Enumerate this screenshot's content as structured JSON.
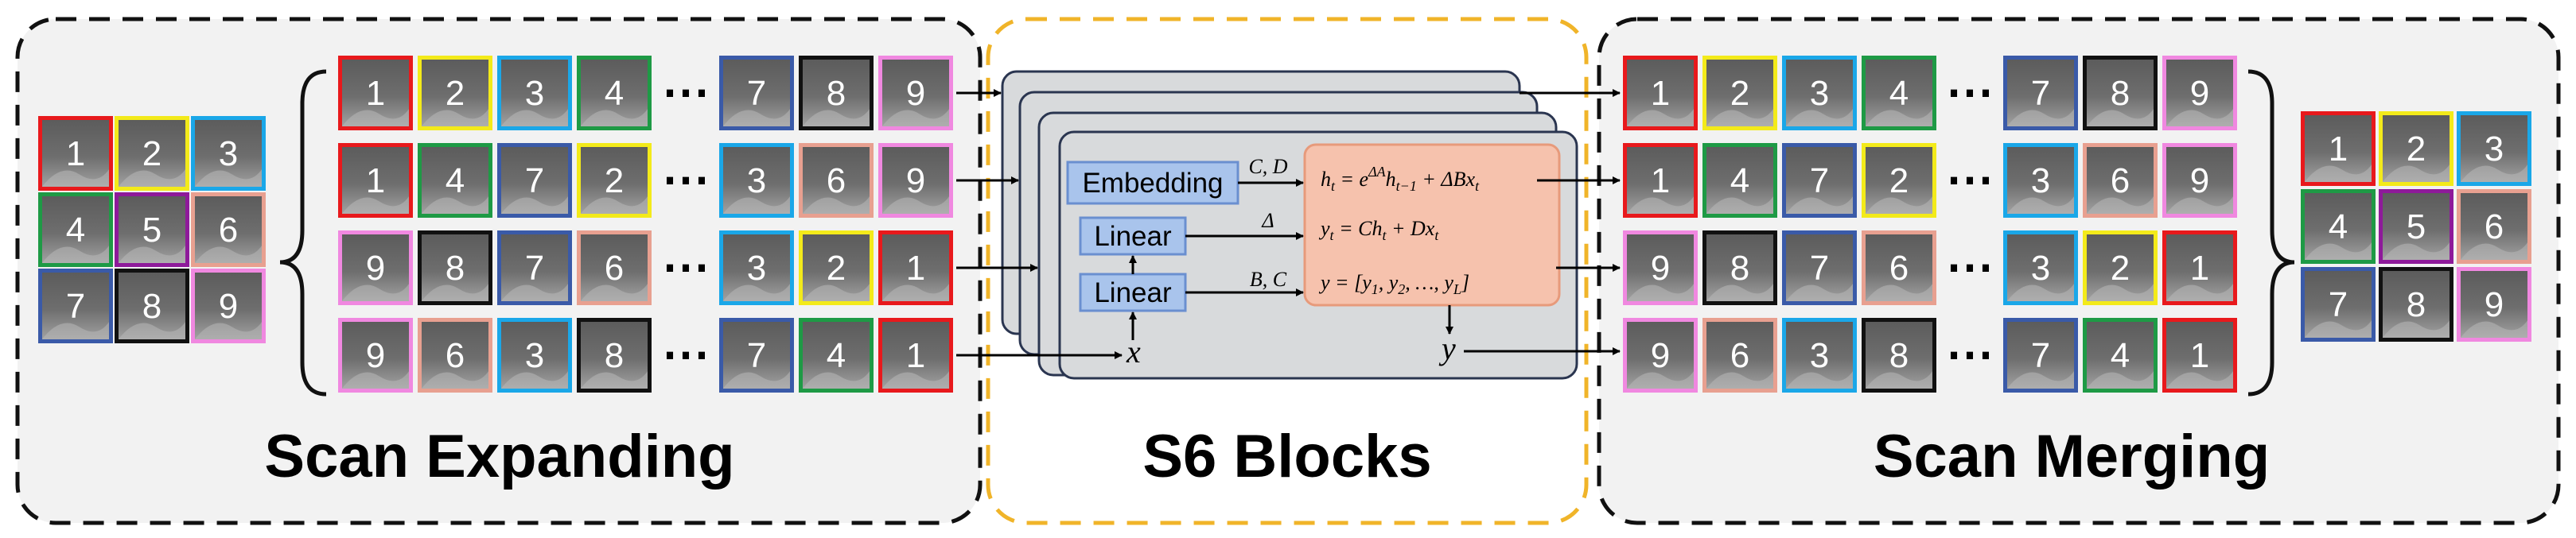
{
  "sections": {
    "expanding": "Scan Expanding",
    "s6": "S6 Blocks",
    "merging": "Scan Merging"
  },
  "grid_input": [
    1,
    2,
    3,
    4,
    5,
    6,
    7,
    8,
    9
  ],
  "grid_output": [
    1,
    2,
    3,
    4,
    5,
    6,
    7,
    8,
    9
  ],
  "sequences": [
    {
      "left": [
        1,
        2,
        3,
        4
      ],
      "right": [
        7,
        8,
        9
      ]
    },
    {
      "left": [
        1,
        4,
        7,
        2
      ],
      "right": [
        3,
        6,
        9
      ]
    },
    {
      "left": [
        9,
        8,
        7,
        6
      ],
      "right": [
        3,
        2,
        1
      ]
    },
    {
      "left": [
        9,
        6,
        3,
        8
      ],
      "right": [
        7,
        4,
        1
      ]
    }
  ],
  "ellipsis": "⋯",
  "block": {
    "embedding": "Embedding",
    "linear1": "Linear",
    "linear2": "Linear",
    "label_cd": "C, D",
    "label_delta": "Δ",
    "label_bc": "B, C",
    "x": "x",
    "y": "y",
    "eq1": "h_t = e^{ΔA} h_{t−1} + ΔB x_t",
    "eq2": "y_t = C h_t + D x_t",
    "eq3": "y = [y_1, y_2, …, y_L]"
  },
  "colors": {
    "1": "#e8191c",
    "2": "#f3ea1a",
    "3": "#1aa7e8",
    "4": "#1e9a45",
    "5": "#8e1a9a",
    "6": "#e8a090",
    "7": "#3a5aa8",
    "8": "#111111",
    "9": "#f088e0",
    "panel_border": "#111111",
    "s6_border": "#f0b429",
    "blue_box": "#a9c4ec",
    "blue_box_border": "#6a8fd0",
    "eq_box": "#f6c2ad",
    "eq_box_border": "#e79a7b",
    "card_fill": "#d8dadc"
  }
}
